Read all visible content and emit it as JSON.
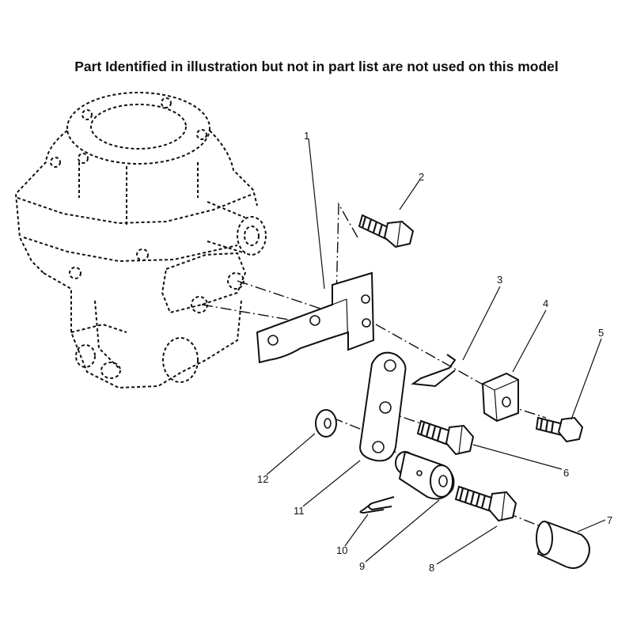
{
  "note": "Part Identified in illustration but not in part list are not used on this model",
  "callouts": [
    "1",
    "2",
    "3",
    "4",
    "5",
    "6",
    "7",
    "8",
    "9",
    "10",
    "11",
    "12"
  ]
}
